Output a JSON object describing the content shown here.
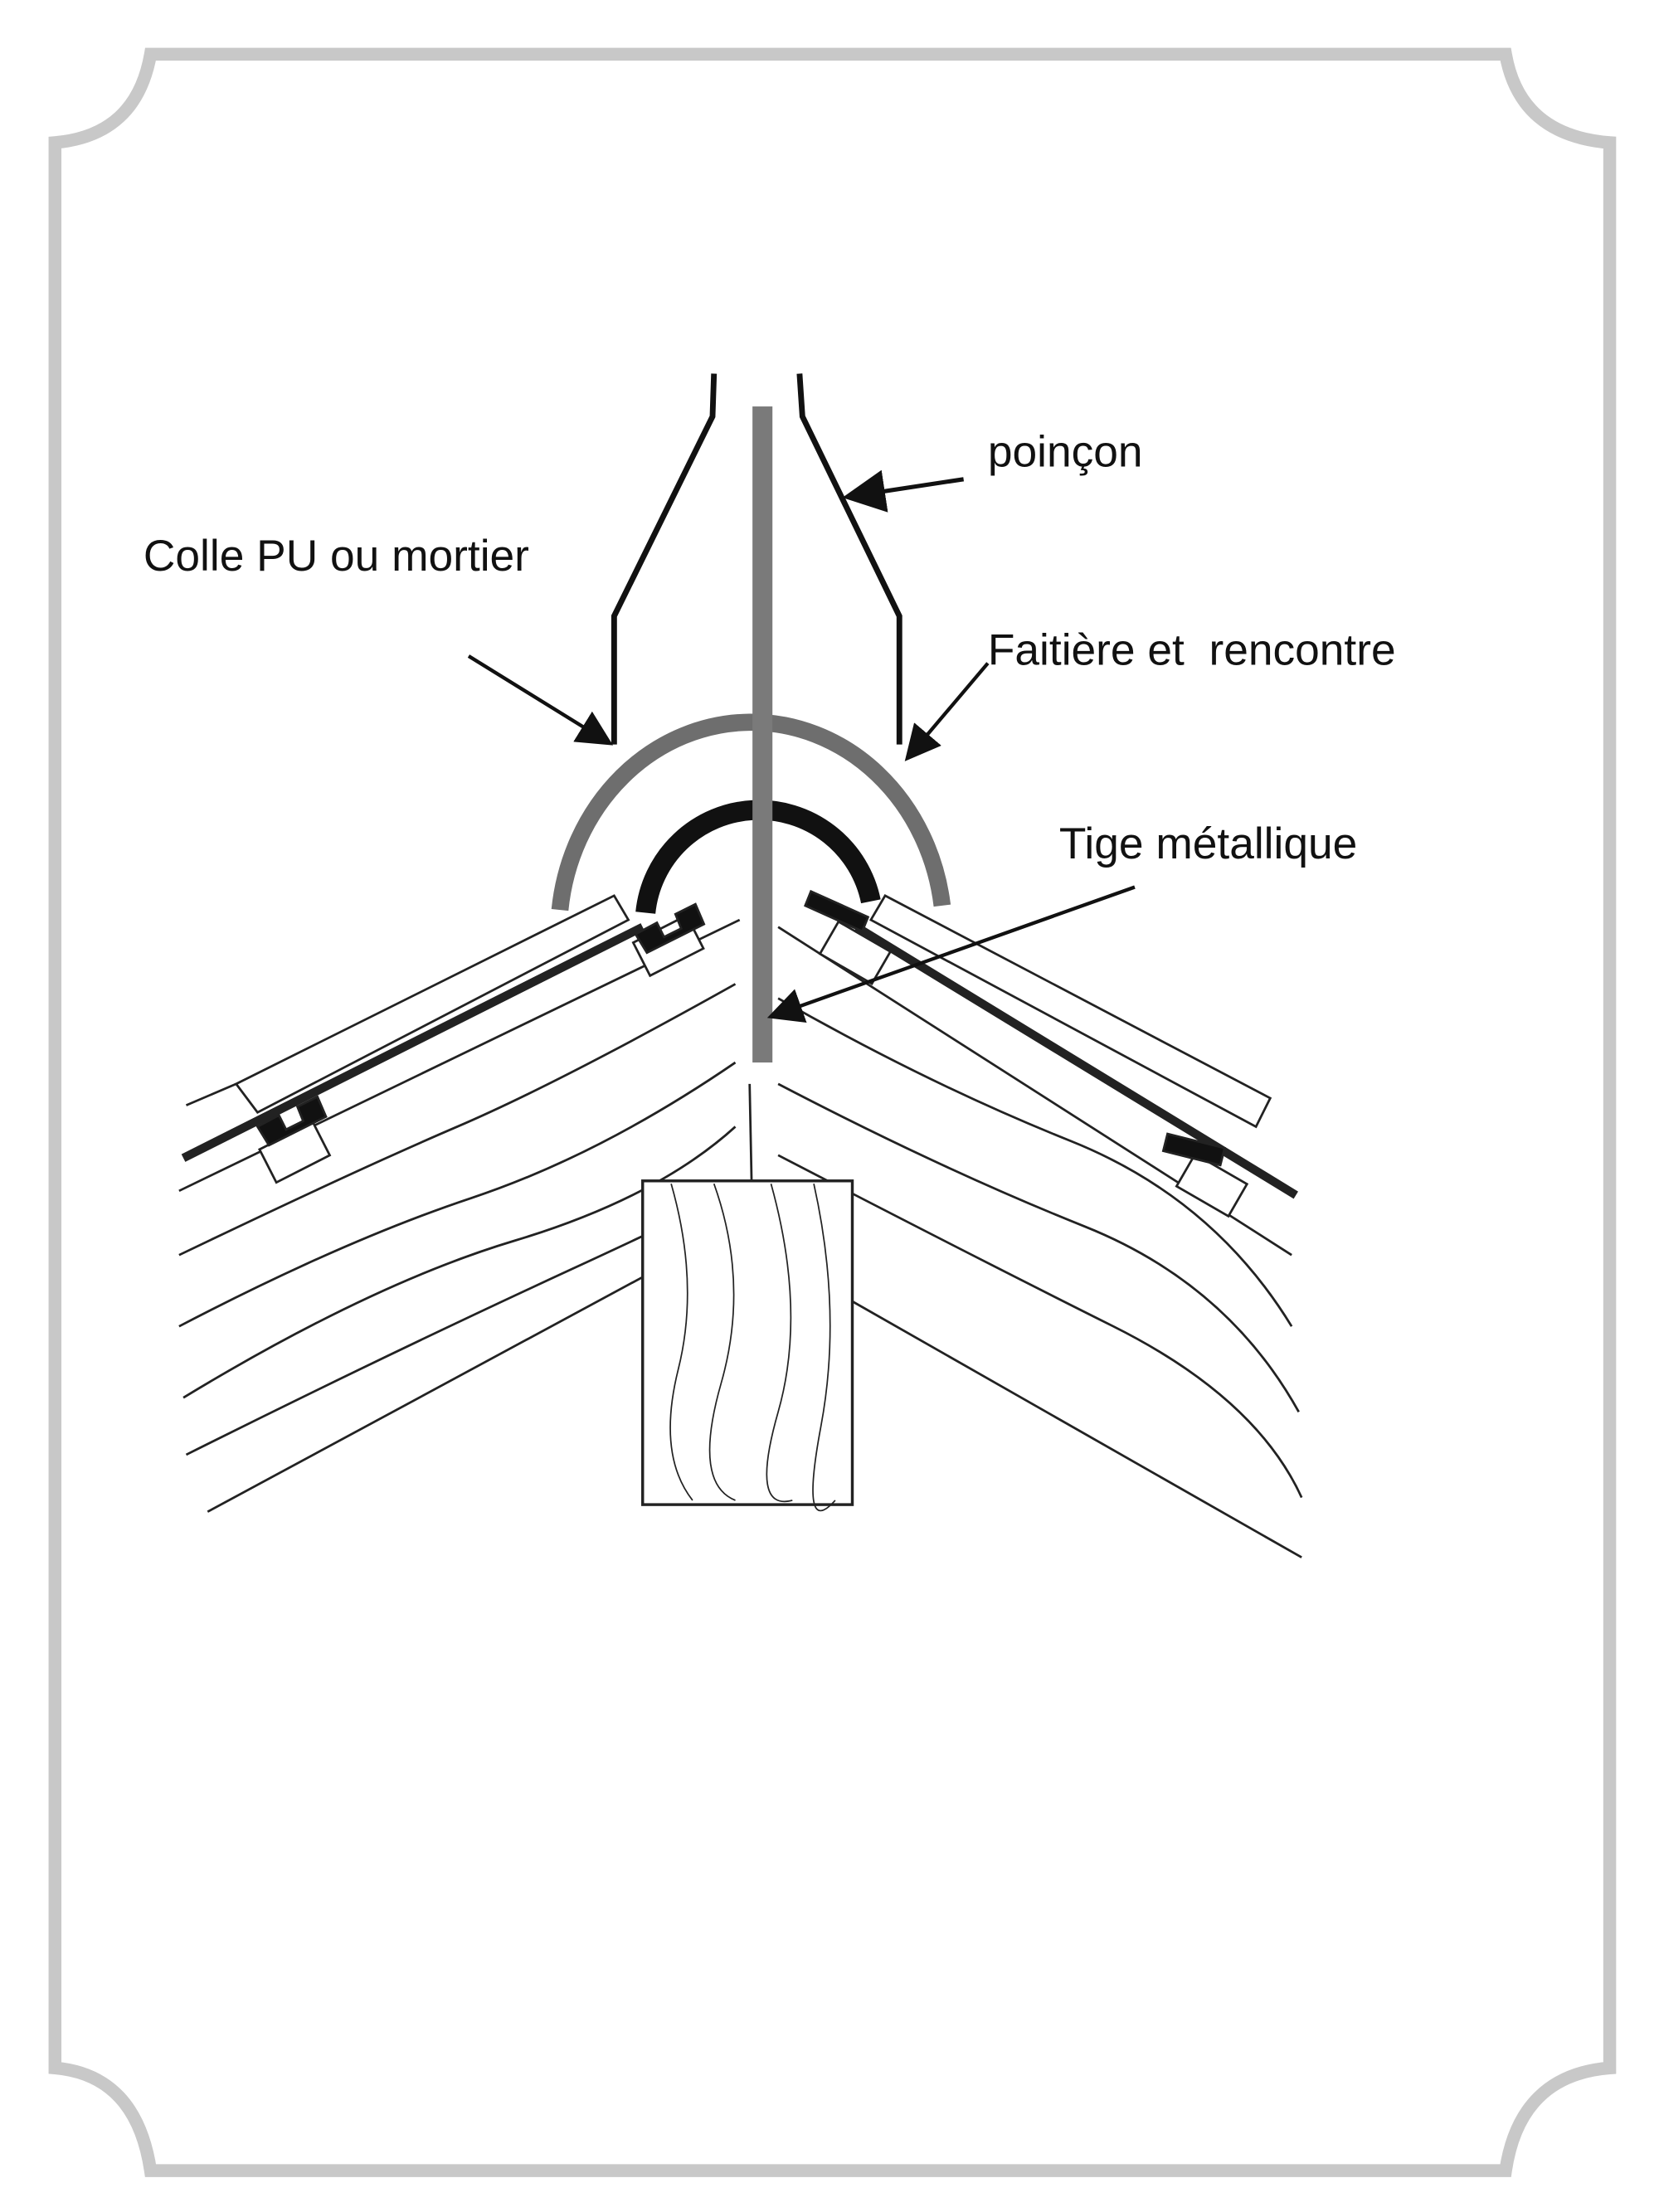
{
  "diagram": {
    "labels": {
      "punch": "poinçon",
      "glue": "Colle PU ou mortier",
      "ridge": "Faitière et  rencontre",
      "rod": "Tige métallique"
    },
    "colors": {
      "frame": "#c8c8c8",
      "rod": "#7a7a7a",
      "ridge_tile": "#6e6e6e",
      "ink": "#111111"
    }
  }
}
